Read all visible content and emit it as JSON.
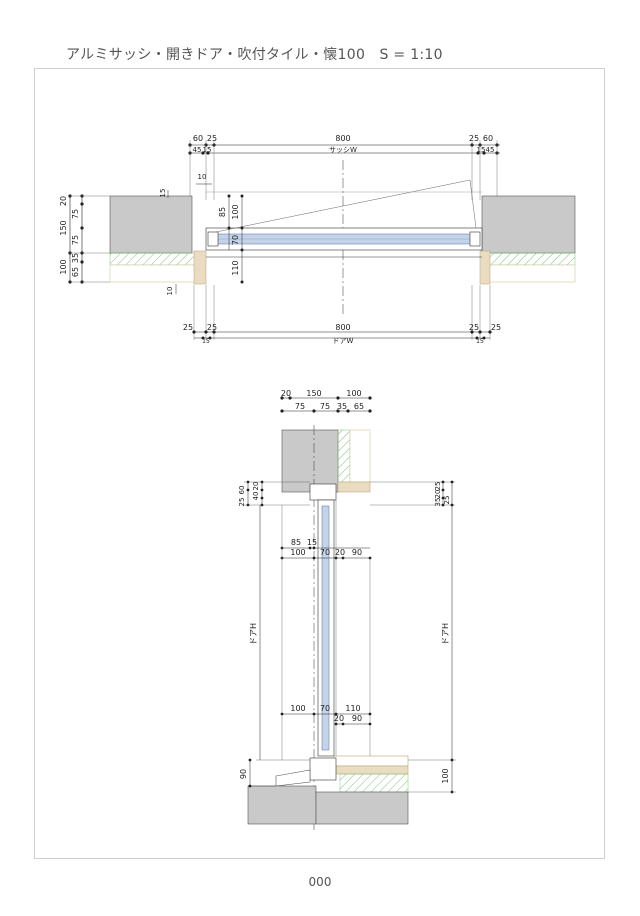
{
  "title": "アルミサッシ・開きドア・吹付タイル・懐100　S = 1:10",
  "page_number": "000",
  "plan": {
    "top_dims": [
      "60",
      "25",
      "800",
      "25",
      "60"
    ],
    "top_sub_dims": [
      "45",
      "15",
      "15",
      "45"
    ],
    "sash_w_label": "サッシW",
    "small_dims": [
      "10",
      "15"
    ],
    "left_dims": [
      "20",
      "75",
      "150",
      "75",
      "100",
      "35",
      "65"
    ],
    "inner_dims": [
      "85",
      "100",
      "70",
      "110"
    ],
    "bottom_dims": [
      "25",
      "25",
      "800",
      "25",
      "25"
    ],
    "bottom_sub": [
      "15",
      "15"
    ],
    "door_w_label": "ドアW",
    "lower_small": "10"
  },
  "section": {
    "top_row": [
      "20",
      "150",
      "100"
    ],
    "second_row": [
      "75",
      "75",
      "35",
      "65"
    ],
    "left_stack": [
      "25",
      "60",
      "20",
      "40"
    ],
    "right_stack": [
      "25",
      "20",
      "35",
      "25"
    ],
    "mid_row_top": [
      "85",
      "15"
    ],
    "mid_row": [
      "100",
      "70",
      "20",
      "90"
    ],
    "door_h_label": "ドアH",
    "low_row_top": [
      "100",
      "70",
      "110"
    ],
    "low_row": [
      "20",
      "90"
    ],
    "left_bottom": "90",
    "right_bottom": "100"
  },
  "colors": {
    "wall": "#c9c9c9",
    "glass": "#c5d3ea",
    "tile_hatch": "#7fc27f",
    "wood": "#e9dcc0",
    "line": "#222222"
  }
}
